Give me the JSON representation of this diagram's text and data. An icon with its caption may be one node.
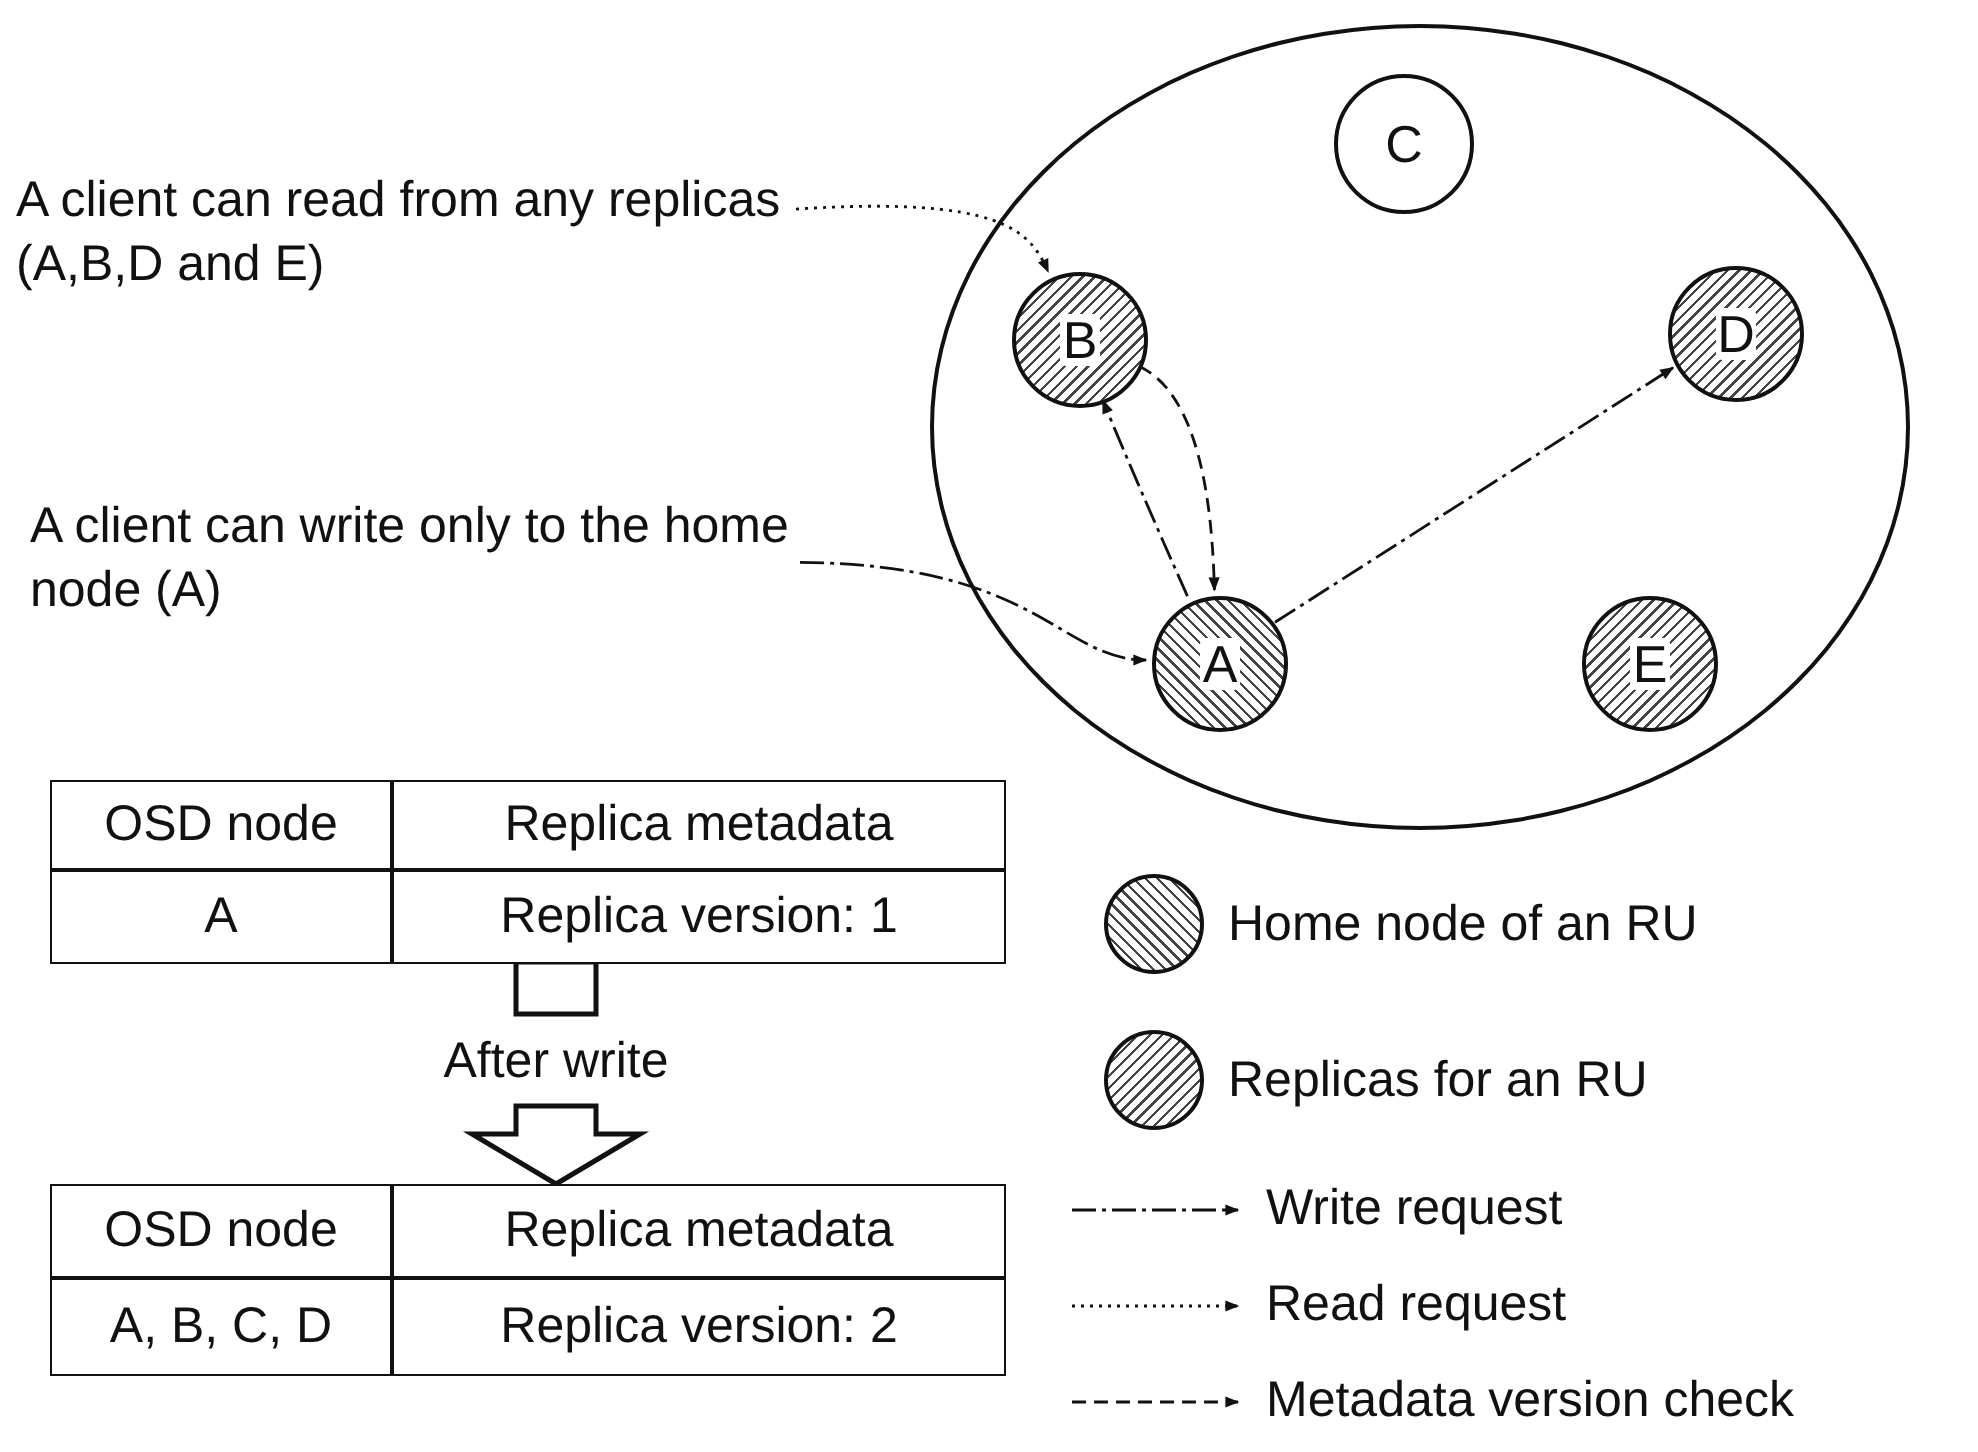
{
  "diagram": {
    "nodes": [
      {
        "text": [],
        "shape": "circle"
      },
      {
        "text": [
          "C"
        ],
        "in": 0
      },
      {
        "text": [
          "B"
        ],
        "in": 0
      },
      {
        "text": [
          "D"
        ],
        "in": 0
      },
      {
        "text": [
          "A"
        ],
        "in": 0
      },
      {
        "text": [
          "E"
        ],
        "in": 0
      },
      {
        "text": [
          "A client can read from any replicas (A,B,D and E)"
        ]
      },
      {
        "text": [
          "A client can write only to the home node (A)"
        ]
      },
      {
        "text": [
          "OSD node",
          "Replica metadata",
          "A",
          "Replica version: 1"
        ]
      },
      {
        "text": [
          "OSD node",
          "Replica metadata",
          "A, B, C, D",
          "Replica version: 2"
        ]
      }
    ],
    "edges": [
      {
        "from": 6,
        "to": 2,
        "arrow": "to"
      },
      {
        "from": 7,
        "to": 4,
        "arrow": "to"
      },
      {
        "from": 4,
        "to": 2,
        "arrow": "to"
      },
      {
        "from": 2,
        "to": 4,
        "arrow": "to",
        "style": "dashed"
      },
      {
        "from": 4,
        "to": 3,
        "arrow": "to"
      },
      {
        "from": 8,
        "to": 9,
        "arrow": "to",
        "style": "thick",
        "label": "After write"
      }
    ],
    "legend": [
      {
        "text": "Home node of an RU"
      },
      {
        "text": "Replicas for an RU"
      },
      {
        "text": "Write request"
      },
      {
        "text": "Read request"
      },
      {
        "text": "Metadata version check"
      }
    ]
  }
}
